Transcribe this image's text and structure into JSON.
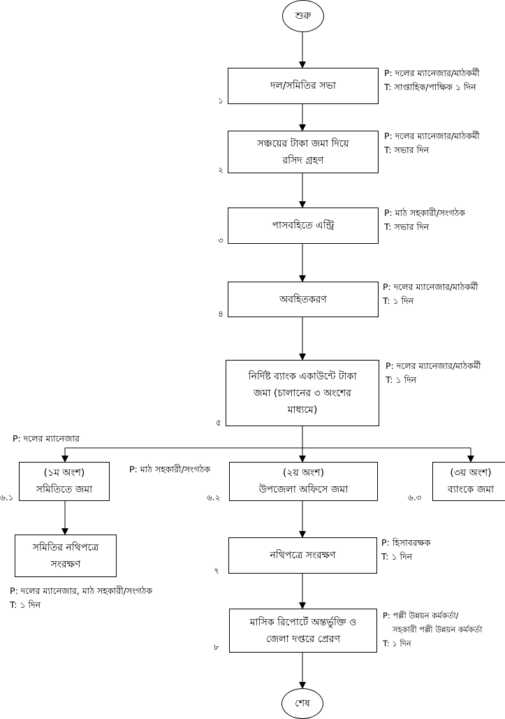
{
  "start": "শুরু",
  "end": "শেষ",
  "steps": [
    {
      "lines": [
        "দল/সমিতির সভা"
      ],
      "num": "১",
      "p": "P: দলের ম্যানেজার/মাঠকর্মী",
      "t": "T: সাপ্তাহিক/পাক্ষিক ১ দিন"
    },
    {
      "lines": [
        "সঞ্চয়ের টাকা জমা দিয়ে",
        "রসিদ গ্রহণ"
      ],
      "num": "২",
      "p": "P: দলের ম্যানেজার/মাঠকর্মী",
      "t": "T: সভার দিন"
    },
    {
      "lines": [
        "পাসবহিতে এন্ট্রি"
      ],
      "num": "৩",
      "p": "P: মাঠ সহকারী/সংগঠক",
      "t": "T: সভার দিন"
    },
    {
      "lines": [
        "অবহিতকরণ"
      ],
      "num": "৪",
      "p": "P: দলের ম্যানেজার/মাঠকর্মী",
      "t": "T: ১ দিন"
    },
    {
      "lines": [
        "নির্দিষ্ট ব্যাংক একাউন্টে টাকা",
        "জমা (চালানের ৩ অংশের",
        "মাধ্যমে)"
      ],
      "num": "৫",
      "p": "P: দলের ম্যানেজার/মাঠকর্মী",
      "t": "T: ১ দিন"
    }
  ],
  "branch_note": "P: দলের ম্যানেজার",
  "branch_left": {
    "lines": [
      "(১ম অংশ)",
      "সমিতিতে জমা"
    ],
    "num": "৬.১"
  },
  "branch_mid": {
    "lines": [
      "(২য় অংশ)",
      "উপজেলা অফিসে জমা"
    ],
    "num": "৬.২",
    "p": "P: মাঠ সহকারী/সংগঠক"
  },
  "branch_right": {
    "lines": [
      "(৩য় অংশ)",
      "ব্যাংকে জমা"
    ],
    "num": "৬.৩"
  },
  "left_archive": {
    "lines": [
      "সমিতির নথিপত্রে",
      "সংরক্ষণ"
    ],
    "p": "P: দলের ম্যানেজার, মাঠ সহকারী/সংগঠক",
    "t": "T: ১ দিন"
  },
  "step7": {
    "lines": [
      "নথিপত্রে সংরক্ষণ"
    ],
    "num": "৭",
    "p": "P: হিসাবরক্ষক",
    "t": "T: ১ দিন"
  },
  "step8": {
    "lines": [
      "মাসিক রিপোর্টে অন্তর্ভুক্তি ও",
      "জেলা দপ্তরে প্রেরণ"
    ],
    "num": "৮",
    "p1": "P: পল্লী উন্নয়ন কর্মকর্তা/",
    "p2": "সহকারী পল্লী উন্নয়ন কর্মকর্তা",
    "t": "T: ১ দিন"
  }
}
